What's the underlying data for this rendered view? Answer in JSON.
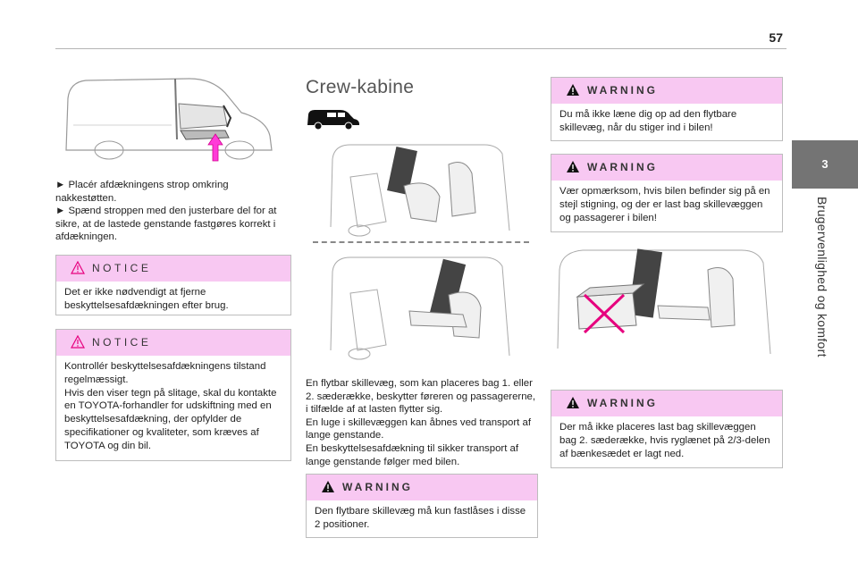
{
  "page": {
    "number": "57",
    "chapter_number": "3",
    "chapter_title": "Brugervenlighed og komfort"
  },
  "col1": {
    "instructions": [
      "► Placér afdækningens strop omkring nakkestøtten.",
      "► Spænd stroppen med den justerbare del for at sikre, at de lastede genstande fastgøres korrekt i afdækningen."
    ],
    "notice1": {
      "title": "NOTICE",
      "body": "Det er ikke nødvendigt at fjerne beskyttelsesafdækningen efter brug."
    },
    "notice2": {
      "title": "NOTICE",
      "body": "Kontrollér beskyttelsesafdækningens tilstand regelmæssigt.\nHvis den viser tegn på slitage, skal du kontakte en TOYOTA-forhandler for udskiftning med en beskyttelsesafdækning, der opfylder de specifikationer og kvaliteter, som kræves af TOYOTA og din bil."
    }
  },
  "col2": {
    "section_title": "Crew-kabine",
    "body": "En flytbar skillevæg, som kan placeres bag 1. eller 2. sæderække, beskytter føreren og passagererne, i tilfælde af at lasten flytter sig.\nEn luge i skillevæggen kan åbnes ved transport af lange genstande.\nEn beskyttelsesafdækning til sikker transport af lange genstande følger med bilen.",
    "warning": {
      "title": "WARNING",
      "body": "Den flytbare skillevæg må kun fastlåses i disse 2 positioner."
    }
  },
  "col3": {
    "warning1": {
      "title": "WARNING",
      "body": "Du må ikke læne dig op ad den flytbare skillevæg, når du stiger ind i bilen!"
    },
    "warning2": {
      "title": "WARNING",
      "body": "Vær opmærksom, hvis bilen befinder sig på en stejl stigning, og der er last bag skillevæggen og passagerer i bilen!"
    },
    "warning3": {
      "title": "WARNING",
      "body": "Der må ikke placeres last bag skillevæggen bag 2. sæderække, hvis ryglænet på 2/3-delen af bænkesædet er lagt ned."
    }
  },
  "colors": {
    "box_header": "#f8c8f2",
    "accent_magenta": "#e6007e",
    "chapter_tab": "#747474"
  }
}
